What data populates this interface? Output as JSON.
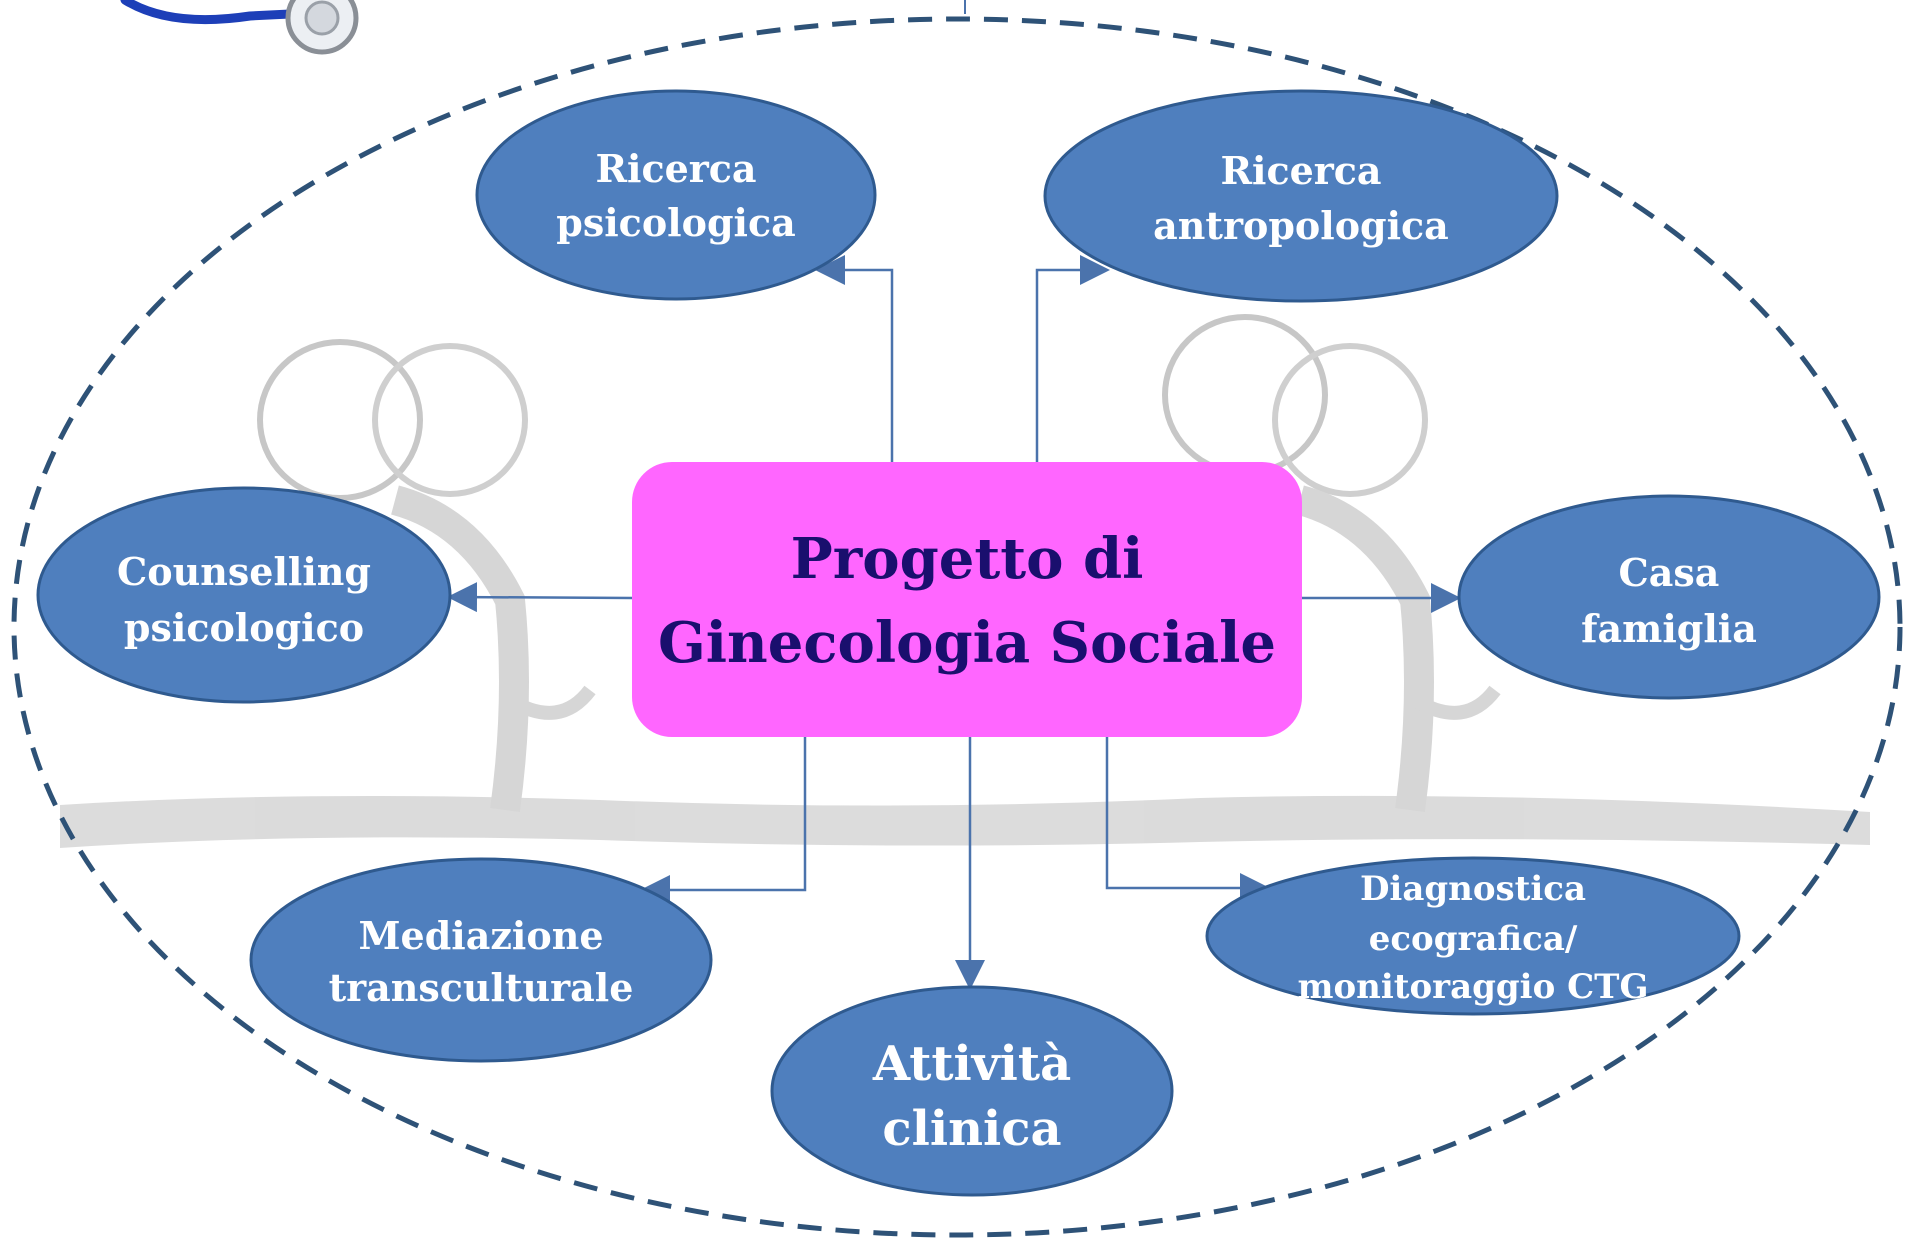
{
  "center": {
    "line1": "Progetto di",
    "line2": "Ginecologia Sociale"
  },
  "nodes": {
    "ricerca_psicologica": {
      "line1": "Ricerca",
      "line2": "psicologica"
    },
    "ricerca_antropologica": {
      "line1": "Ricerca",
      "line2": "antropologica"
    },
    "counselling_psicologico": {
      "line1": "Counselling",
      "line2": "psicologico"
    },
    "casa_famiglia": {
      "line1": "Casa",
      "line2": "famiglia"
    },
    "mediazione_transculturale": {
      "line1": "Mediazione",
      "line2": "transculturale"
    },
    "attivita_clinica": {
      "line1": "Attività",
      "line2": "clinica"
    },
    "diagnostica_ecografica": {
      "line1": "Diagnostica",
      "line2": "ecografica/",
      "line3": "monitoraggio CTG"
    }
  },
  "colors": {
    "node_fill": "#4f7fbe",
    "node_stroke": "#2f5a8f",
    "center_fill": "#ff66ff",
    "center_text": "#1a0f6e",
    "outer_dash": "#2e5277",
    "connector": "#4b73ac",
    "background_sketch": "#c8c8c8"
  }
}
